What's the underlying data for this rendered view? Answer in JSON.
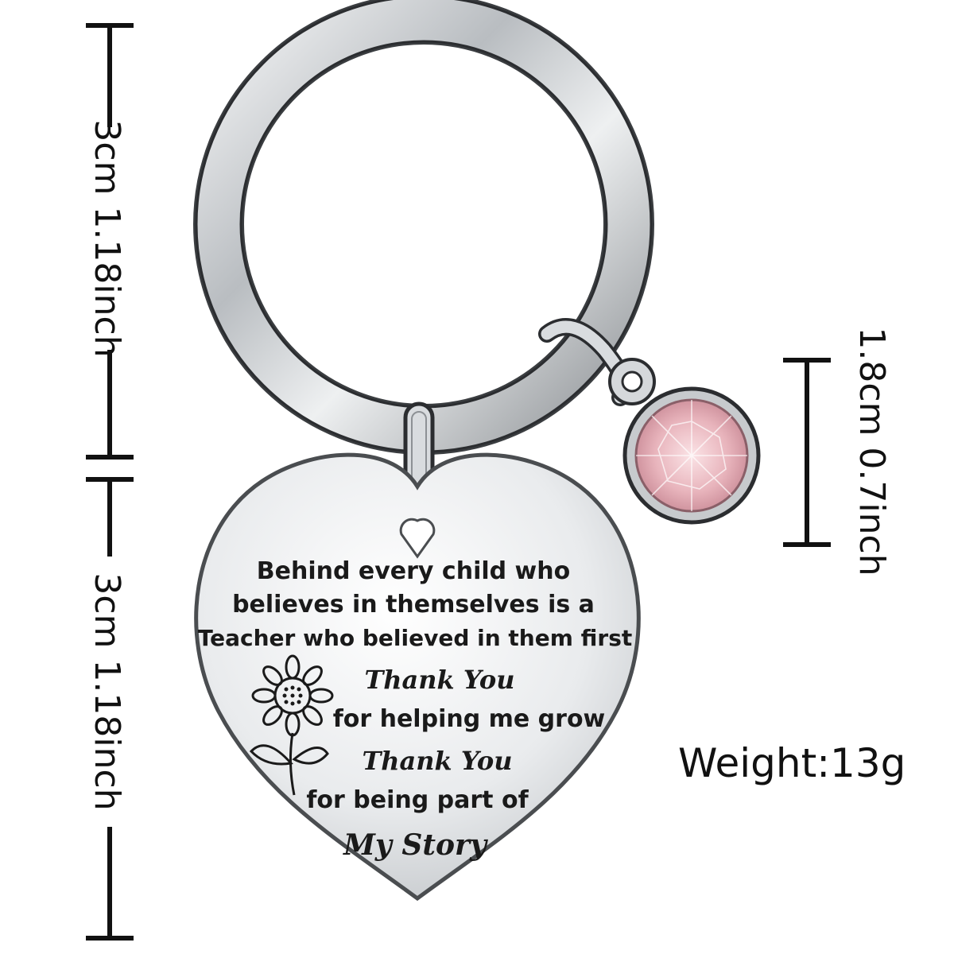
{
  "dimensions": {
    "ring_height": "3cm 1.18inch",
    "tag_height": "3cm 1.18inch",
    "stone_height": "1.8cm 0.7inch",
    "weight": "Weight:13g"
  },
  "engraving": {
    "line1": "Behind every child who",
    "line2": "believes in themselves is a",
    "line3": "Teacher who believed in them first",
    "thank1": "Thank You",
    "line4": "for helping me grow",
    "thank2": "Thank You",
    "line5": "for being part of",
    "closing": "My Story"
  },
  "colors": {
    "metal": "#c9cccf",
    "metal_dark": "#6d7175",
    "stone": "#e8b4bc",
    "ink": "#111111"
  },
  "icons": [
    "sunflower-icon",
    "pink-birthstone-icon",
    "key-ring-icon",
    "heart-tag-icon"
  ]
}
